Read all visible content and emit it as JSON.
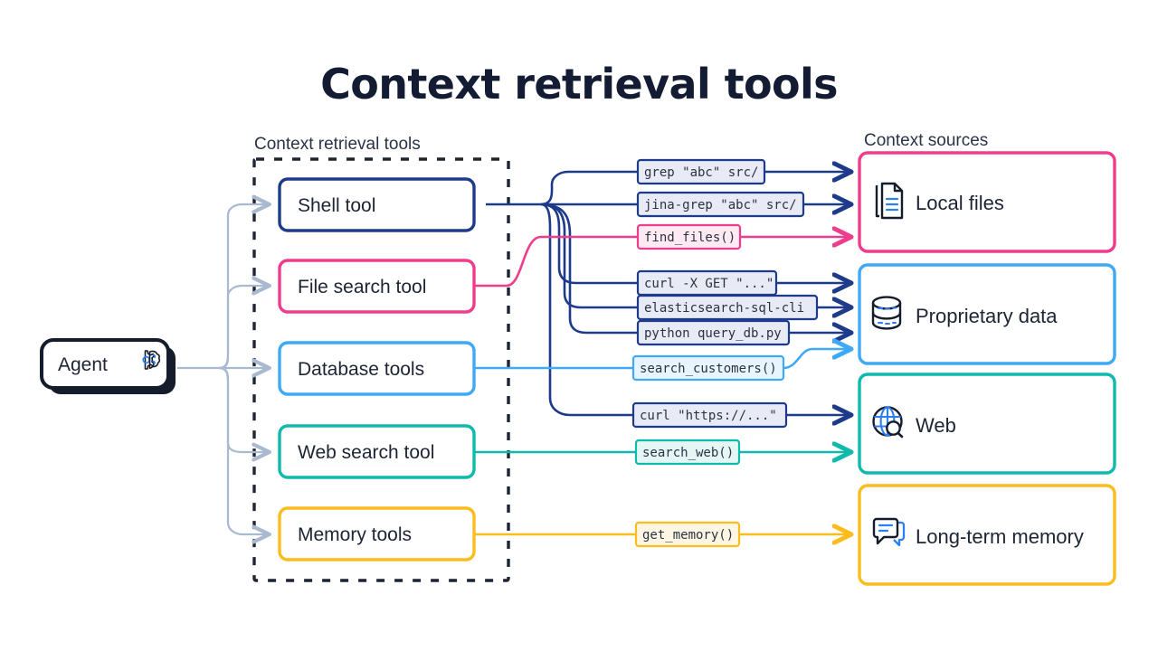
{
  "title": "Context retrieval tools",
  "sections": {
    "tools_label": "Context retrieval tools",
    "sources_label": "Context sources"
  },
  "agent": {
    "label": "Agent",
    "icon": "gear-brain-icon"
  },
  "colors": {
    "navy": "#1e3a8a",
    "pink": "#ef3d8c",
    "light_blue": "#3fa9f5",
    "teal": "#0fb9ab",
    "yellow": "#fbbc1e",
    "agent_dark": "#151c2c",
    "connector_gray": "#a9b9d0",
    "text_dark": "#1d2433",
    "dash_border": "#1d2433"
  },
  "tools": [
    {
      "label": "Shell tool",
      "color": "#1e3a8a"
    },
    {
      "label": "File search tool",
      "color": "#ef3d8c"
    },
    {
      "label": "Database tools",
      "color": "#3fa9f5"
    },
    {
      "label": "Web search tool",
      "color": "#0fb9ab"
    },
    {
      "label": "Memory tools",
      "color": "#fbbc1e"
    }
  ],
  "commands": [
    {
      "text": "grep \"abc\" src/",
      "color": "#1e3a8a",
      "fill": "#e8ebf5",
      "tool": "Shell tool",
      "source": "Local files"
    },
    {
      "text": "jina-grep \"abc\" src/",
      "color": "#1e3a8a",
      "fill": "#e8ebf5",
      "tool": "Shell tool",
      "source": "Local files"
    },
    {
      "text": "find_files()",
      "color": "#ef3d8c",
      "fill": "#fdeaf3",
      "tool": "File search tool",
      "source": "Local files"
    },
    {
      "text": "curl -X GET \"...\"",
      "color": "#1e3a8a",
      "fill": "#e8ebf5",
      "tool": "Shell tool",
      "source": "Proprietary data"
    },
    {
      "text": "elasticsearch-sql-cli",
      "color": "#1e3a8a",
      "fill": "#e8ebf5",
      "tool": "Shell tool",
      "source": "Proprietary data"
    },
    {
      "text": "python query_db.py",
      "color": "#1e3a8a",
      "fill": "#e8ebf5",
      "tool": "Shell tool",
      "source": "Proprietary data"
    },
    {
      "text": "search_customers()",
      "color": "#3fa9f5",
      "fill": "#e9f5fe",
      "tool": "Database tools",
      "source": "Proprietary data"
    },
    {
      "text": "curl \"https://...\"",
      "color": "#1e3a8a",
      "fill": "#e8ebf5",
      "tool": "Shell tool",
      "source": "Web"
    },
    {
      "text": "search_web()",
      "color": "#0fb9ab",
      "fill": "#e4f7f5",
      "tool": "Web search tool",
      "source": "Web"
    },
    {
      "text": "get_memory()",
      "color": "#fbbc1e",
      "fill": "#fdf6e3",
      "tool": "Memory tools",
      "source": "Long-term memory"
    }
  ],
  "sources": [
    {
      "label": "Local files",
      "color": "#ef3d8c",
      "icon": "document-pages-icon"
    },
    {
      "label": "Proprietary data",
      "color": "#3fa9f5",
      "icon": "database-cylinder-icon"
    },
    {
      "label": "Web",
      "color": "#0fb9ab",
      "icon": "globe-search-icon"
    },
    {
      "label": "Long-term memory",
      "color": "#fbbc1e",
      "icon": "chat-memory-icon"
    }
  ]
}
